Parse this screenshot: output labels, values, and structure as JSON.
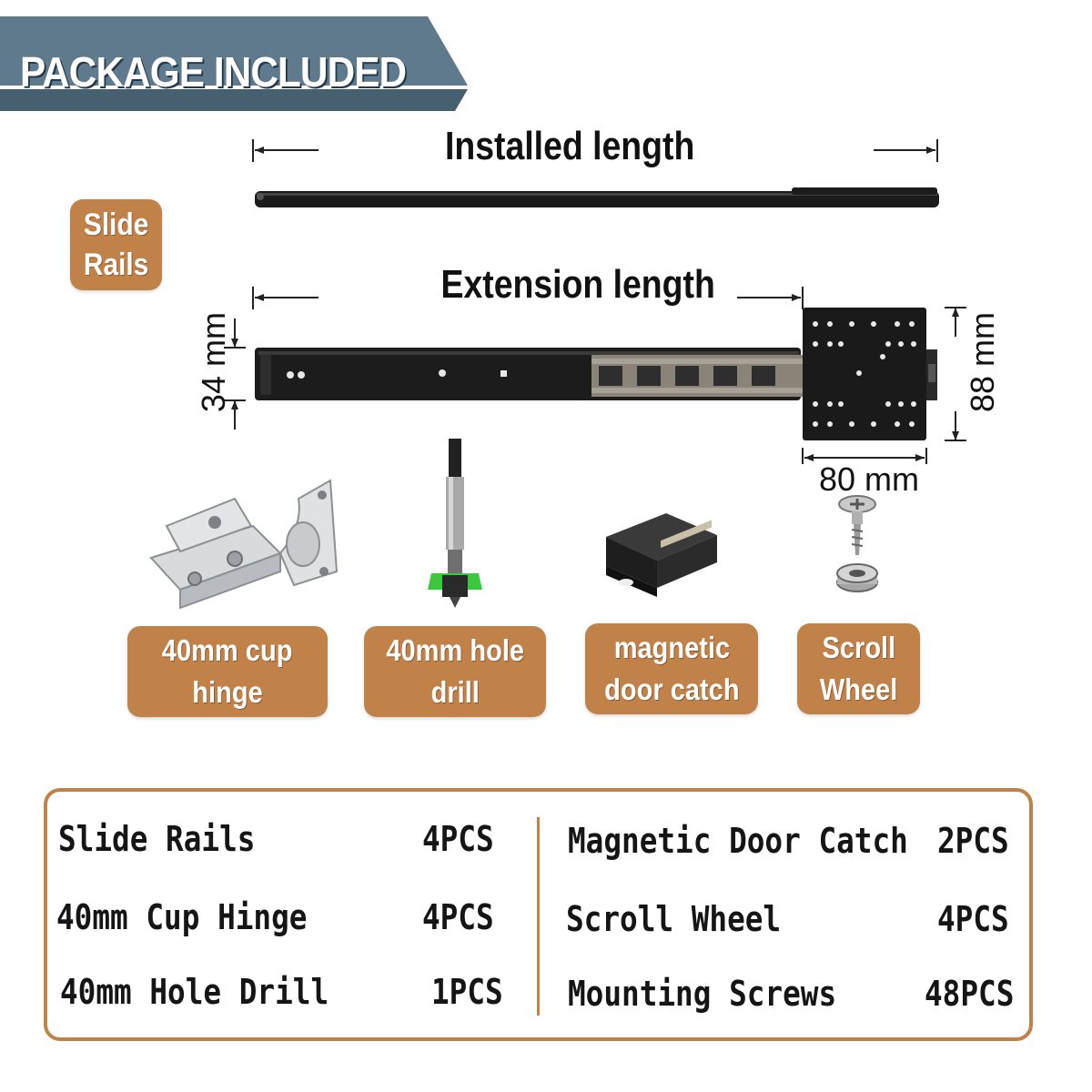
{
  "banner": {
    "title": "PACKAGE INCLUDED",
    "color_main": "#5f7a8d",
    "color_stripe": "#3f5868"
  },
  "accent_color": "#c1824a",
  "rail": {
    "label_line1": "Slide",
    "label_line2": "Rails",
    "installed_label": "Installed length",
    "extension_label": "Extension length",
    "height_dim": "34 mm",
    "plate_height_dim": "88 mm",
    "plate_width_dim": "80 mm"
  },
  "accessories": [
    {
      "line1": "40mm cup",
      "line2": "hinge",
      "icon": "cup-hinge-icon"
    },
    {
      "line1": "40mm hole",
      "line2": "drill",
      "icon": "hole-drill-icon"
    },
    {
      "line1": "magnetic",
      "line2": "door catch",
      "icon": "magnetic-catch-icon"
    },
    {
      "line1": "Scroll",
      "line2": "Wheel",
      "icon": "scroll-wheel-icon"
    }
  ],
  "summary": {
    "left": [
      {
        "name": "Slide  Rails",
        "qty": "4PCS"
      },
      {
        "name": "40mm Cup Hinge",
        "qty": "4PCS"
      },
      {
        "name": "40mm Hole  Drill",
        "qty": "1PCS"
      }
    ],
    "right": [
      {
        "name": "Magnetic Door Catch",
        "qty": "2PCS"
      },
      {
        "name": "Scroll Wheel",
        "qty": "4PCS"
      },
      {
        "name": "Mounting Screws",
        "qty": "48PCS"
      }
    ]
  }
}
